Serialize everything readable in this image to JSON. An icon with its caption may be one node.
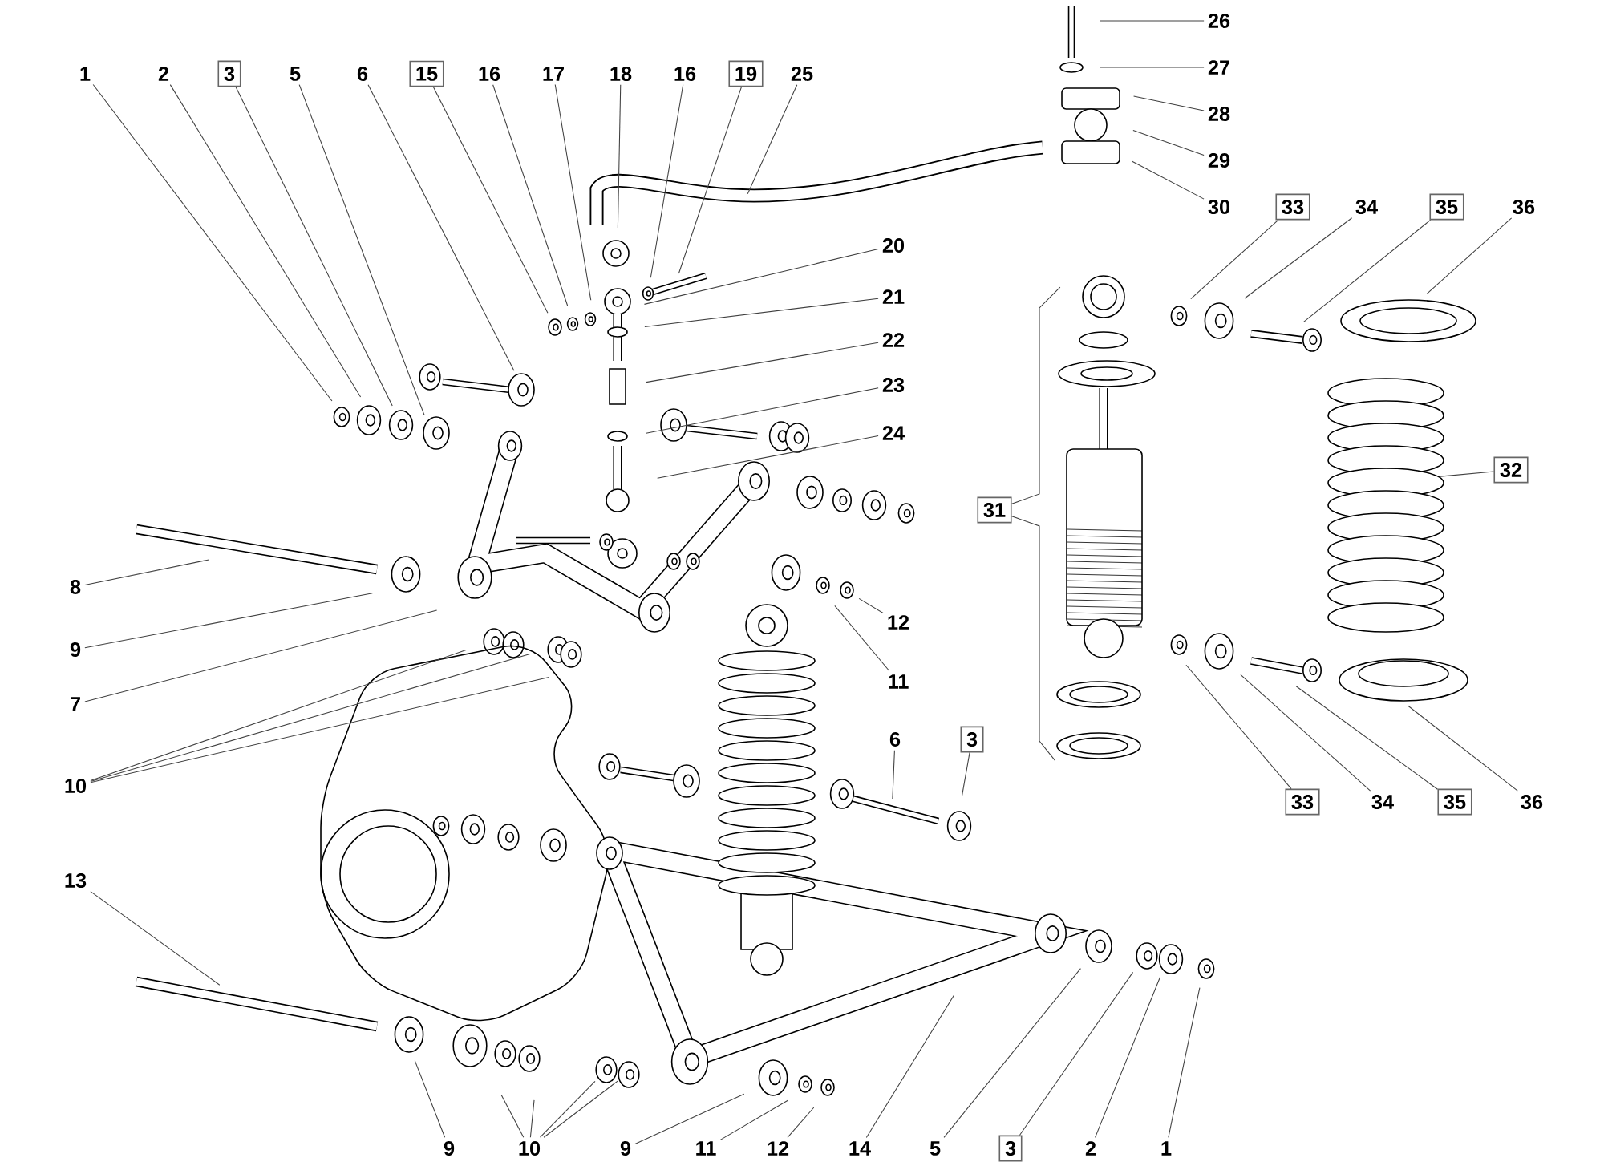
{
  "diagram": {
    "nodes": [
      {
        "text": [
          "1"
        ]
      },
      {
        "text": [
          "2"
        ]
      },
      {
        "text": [
          "3"
        ]
      },
      {
        "text": [
          "5"
        ]
      },
      {
        "text": [
          "6"
        ]
      },
      {
        "text": [
          "15"
        ]
      },
      {
        "text": [
          "16"
        ]
      },
      {
        "text": [
          "17"
        ]
      },
      {
        "text": [
          "18"
        ]
      },
      {
        "text": [
          "16"
        ]
      },
      {
        "text": [
          "19"
        ]
      },
      {
        "text": [
          "25"
        ]
      },
      {
        "text": [
          "26"
        ]
      },
      {
        "text": [
          "27"
        ]
      },
      {
        "text": [
          "28"
        ]
      },
      {
        "text": [
          "29"
        ]
      },
      {
        "text": [
          "30"
        ]
      },
      {
        "text": [
          "20"
        ]
      },
      {
        "text": [
          "21"
        ]
      },
      {
        "text": [
          "22"
        ]
      },
      {
        "text": [
          "23"
        ]
      },
      {
        "text": [
          "24"
        ]
      },
      {
        "text": [
          "33"
        ]
      },
      {
        "text": [
          "34"
        ]
      },
      {
        "text": [
          "35"
        ]
      },
      {
        "text": [
          "36"
        ]
      },
      {
        "text": [
          "32"
        ]
      },
      {
        "text": [
          "31"
        ]
      },
      {
        "text": [
          "8"
        ]
      },
      {
        "text": [
          "9"
        ]
      },
      {
        "text": [
          "7"
        ]
      },
      {
        "text": [
          "10"
        ]
      },
      {
        "text": [
          "12"
        ]
      },
      {
        "text": [
          "11"
        ]
      },
      {
        "text": [
          "6"
        ]
      },
      {
        "text": [
          "3"
        ]
      },
      {
        "text": [
          "33"
        ]
      },
      {
        "text": [
          "34"
        ]
      },
      {
        "text": [
          "35"
        ]
      },
      {
        "text": [
          "36"
        ]
      },
      {
        "text": [
          "13"
        ]
      },
      {
        "text": [
          "9"
        ]
      },
      {
        "text": [
          "10"
        ]
      },
      {
        "text": [
          "9"
        ]
      },
      {
        "text": [
          "11"
        ]
      },
      {
        "text": [
          "12"
        ]
      },
      {
        "text": [
          "14"
        ]
      },
      {
        "text": [
          "5"
        ]
      },
      {
        "text": [
          "3"
        ]
      },
      {
        "text": [
          "2"
        ]
      },
      {
        "text": [
          "1"
        ]
      }
    ],
    "edges": [
      {
        "from": 0,
        "to": null,
        "arrow": "none"
      },
      {
        "from": 1,
        "to": null,
        "arrow": "none"
      },
      {
        "from": 2,
        "to": null,
        "arrow": "none"
      },
      {
        "from": 3,
        "to": null,
        "arrow": "none"
      },
      {
        "from": 4,
        "to": null,
        "arrow": "none"
      },
      {
        "from": 5,
        "to": null,
        "arrow": "none"
      },
      {
        "from": 6,
        "to": null,
        "arrow": "none"
      },
      {
        "from": 7,
        "to": null,
        "arrow": "none"
      },
      {
        "from": 8,
        "to": null,
        "arrow": "none"
      },
      {
        "from": 9,
        "to": null,
        "arrow": "none"
      },
      {
        "from": 10,
        "to": null,
        "arrow": "none"
      },
      {
        "from": 11,
        "to": null,
        "arrow": "none"
      },
      {
        "from": 12,
        "to": null,
        "arrow": "none"
      },
      {
        "from": 13,
        "to": null,
        "arrow": "none"
      },
      {
        "from": 14,
        "to": null,
        "arrow": "none"
      },
      {
        "from": 15,
        "to": null,
        "arrow": "none"
      },
      {
        "from": 16,
        "to": null,
        "arrow": "none"
      },
      {
        "from": 17,
        "to": null,
        "arrow": "none"
      },
      {
        "from": 18,
        "to": null,
        "arrow": "none"
      },
      {
        "from": 19,
        "to": null,
        "arrow": "none"
      },
      {
        "from": 20,
        "to": null,
        "arrow": "none"
      },
      {
        "from": 21,
        "to": null,
        "arrow": "none"
      },
      {
        "from": 22,
        "to": null,
        "arrow": "none"
      },
      {
        "from": 23,
        "to": null,
        "arrow": "none"
      },
      {
        "from": 24,
        "to": null,
        "arrow": "none"
      },
      {
        "from": 25,
        "to": null,
        "arrow": "none"
      },
      {
        "from": 26,
        "to": null,
        "arrow": "none"
      },
      {
        "from": 27,
        "to": null,
        "arrow": "none"
      },
      {
        "from": 27,
        "to": null,
        "arrow": "none"
      },
      {
        "from": 28,
        "to": null,
        "arrow": "none"
      },
      {
        "from": 29,
        "to": null,
        "arrow": "none"
      },
      {
        "from": 30,
        "to": null,
        "arrow": "none"
      },
      {
        "from": 31,
        "to": null,
        "arrow": "none"
      },
      {
        "from": 31,
        "to": null,
        "arrow": "none"
      },
      {
        "from": 31,
        "to": null,
        "arrow": "none"
      },
      {
        "from": 32,
        "to": null,
        "arrow": "none"
      },
      {
        "from": 33,
        "to": null,
        "arrow": "none"
      },
      {
        "from": 34,
        "to": null,
        "arrow": "none"
      },
      {
        "from": 35,
        "to": null,
        "arrow": "none"
      },
      {
        "from": 36,
        "to": null,
        "arrow": "none"
      },
      {
        "from": 37,
        "to": null,
        "arrow": "none"
      },
      {
        "from": 38,
        "to": null,
        "arrow": "none"
      },
      {
        "from": 39,
        "to": null,
        "arrow": "none"
      },
      {
        "from": 40,
        "to": null,
        "arrow": "none"
      },
      {
        "from": 41,
        "to": null,
        "arrow": "none"
      },
      {
        "from": 42,
        "to": null,
        "arrow": "none"
      },
      {
        "from": 42,
        "to": null,
        "arrow": "none"
      },
      {
        "from": 42,
        "to": null,
        "arrow": "none"
      },
      {
        "from": 42,
        "to": null,
        "arrow": "none"
      },
      {
        "from": 43,
        "to": null,
        "arrow": "none"
      },
      {
        "from": 44,
        "to": null,
        "arrow": "none"
      },
      {
        "from": 45,
        "to": null,
        "arrow": "none"
      },
      {
        "from": 46,
        "to": null,
        "arrow": "none"
      },
      {
        "from": 47,
        "to": null,
        "arrow": "none"
      },
      {
        "from": 48,
        "to": null,
        "arrow": "none"
      },
      {
        "from": 49,
        "to": null,
        "arrow": "none"
      },
      {
        "from": 50,
        "to": null,
        "arrow": "none"
      }
    ]
  }
}
